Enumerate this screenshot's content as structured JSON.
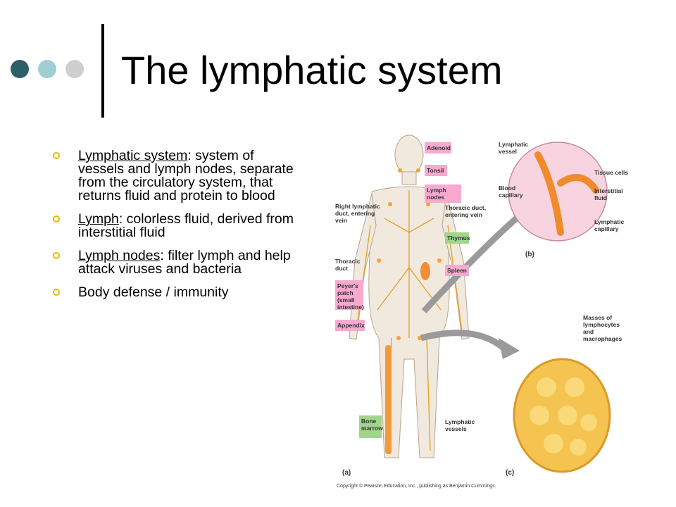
{
  "slide": {
    "title": "The lymphatic system",
    "accent_colors": [
      "#2e5e66",
      "#9fcfd3",
      "#cfcfcf"
    ],
    "bullet_color": "#e8b800",
    "bullets": [
      {
        "term": "Lymphatic system",
        "text": ":  system of vessels and lymph nodes, separate from the circulatory system, that returns fluid and protein to blood"
      },
      {
        "term": "Lymph",
        "text": ": colorless fluid, derived from interstitial fluid"
      },
      {
        "term": "Lymph nodes",
        "text": ":  filter lymph and help attack viruses and bacteria"
      },
      {
        "term": "",
        "text": "Body defense / immunity"
      }
    ]
  },
  "figure": {
    "panel_a": {
      "letter": "(a)",
      "tags_pink": [
        "Adenoid",
        "Tonsil",
        "Lymph nodes",
        "Spleen",
        "Peyer's\npatch (small\nintestine)",
        "Appendix"
      ],
      "tags_green": [
        "Thymus",
        "Bone\nmarrow"
      ],
      "labels": [
        "Right lymphatic\nduct, entering\nvein",
        "Thoracic duct,\nentering vein",
        "Thoracic\nduct",
        "Lymphatic\nvessels"
      ]
    },
    "panel_b": {
      "letter": "(b)",
      "labels": [
        "Lymphatic\nvessel",
        "Blood\ncapillary",
        "Tissue cells",
        "Interstitial\nfluid",
        "Lymphatic\ncapillary"
      ]
    },
    "panel_c": {
      "letter": "(c)",
      "labels": [
        "Masses of\nlymphocytes\nand\nmacrophages"
      ]
    },
    "copyright": "Copyright © Pearson Education, Inc., publishing as Benjamin Cummings."
  }
}
